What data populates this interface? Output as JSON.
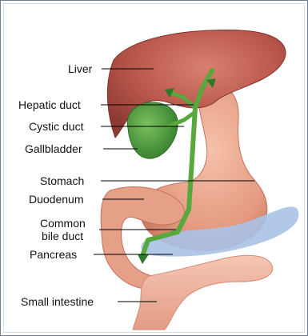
{
  "labels": {
    "liver": "Liver",
    "hepatic_duct": "Hepatic duct",
    "cystic_duct": "Cystic duct",
    "gallbladder": "Gallbladder",
    "stomach": "Stomach",
    "duodenum": "Duodenum",
    "common_bile_duct_line1": "Common",
    "common_bile_duct_line2": "bile duct",
    "pancreas": "Pancreas",
    "small_intestine": "Small intestine"
  },
  "colors": {
    "liver": "#b8564a",
    "stomach": "#e9a68c",
    "duodenum": "#e7a088",
    "gallbladder": "#4f9a3c",
    "bile_duct": "#58a83e",
    "pancreas": "#a9c2e6",
    "intestine": "#f0b29c",
    "frame": "#6d7f96"
  }
}
